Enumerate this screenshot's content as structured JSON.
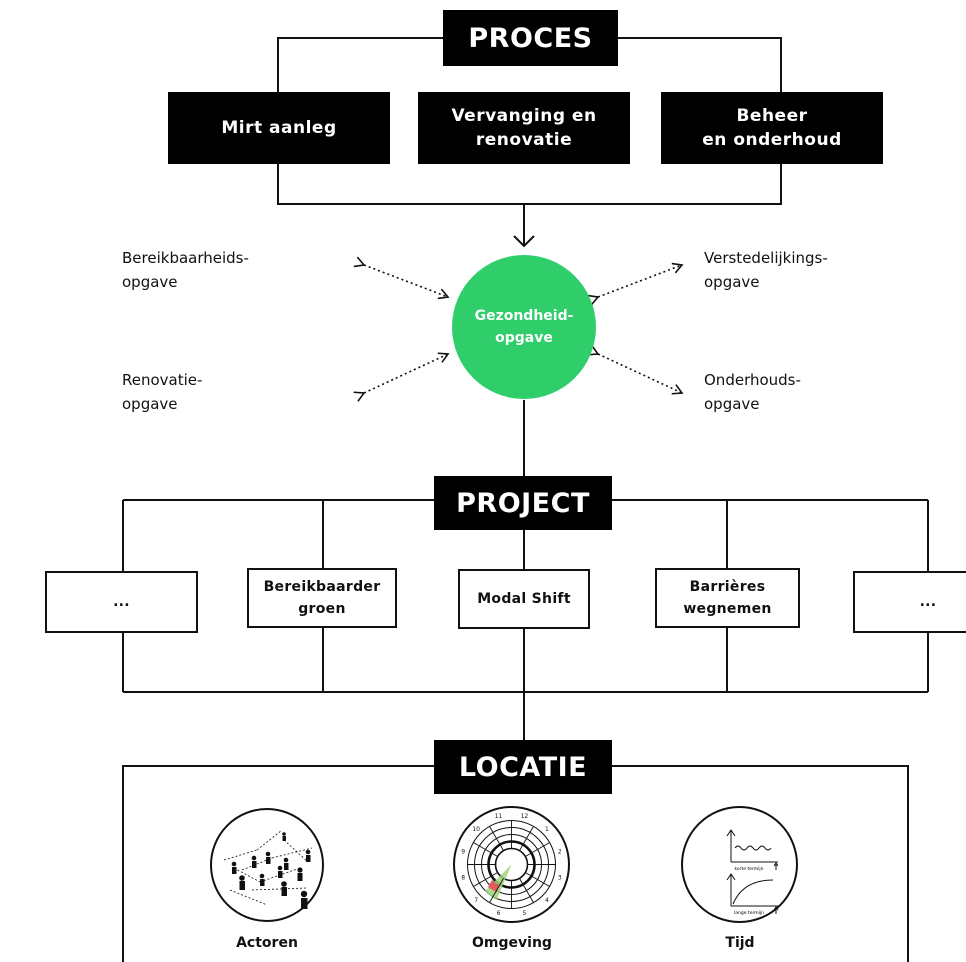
{
  "proces": {
    "title": "PROCES",
    "items": [
      "Mirt aanleg",
      "Vervanging en\nrenovatie",
      "Beheer\nen onderhoud"
    ]
  },
  "hub": {
    "center": "Gezondheid-\nopgave",
    "top_left": "Bereikbaarheids-\nopgave",
    "top_right": "Verstedelijkings-\nopgave",
    "bottom_left": "Renovatie-\nopgave",
    "bottom_right": "Onderhouds-\nopgave",
    "color": "#2fce6b"
  },
  "project": {
    "title": "PROJECT",
    "items": [
      "...",
      "Bereikbaarder\ngroen",
      "Modal Shift",
      "Barrières\nwegnemen",
      "..."
    ]
  },
  "locatie": {
    "title": "LOCATIE",
    "icons": [
      {
        "name": "actoren-icon",
        "caption": "Actoren"
      },
      {
        "name": "omgeving-icon",
        "caption": "Omgeving"
      },
      {
        "name": "tijd-icon",
        "caption": "Tijd"
      }
    ],
    "clock_numbers": [
      "12",
      "1",
      "2",
      "3",
      "4",
      "5",
      "6",
      "7",
      "8",
      "9",
      "10",
      "11"
    ],
    "tijd_labels": {
      "short": "korte termijn",
      "long": "lange termijn"
    }
  }
}
